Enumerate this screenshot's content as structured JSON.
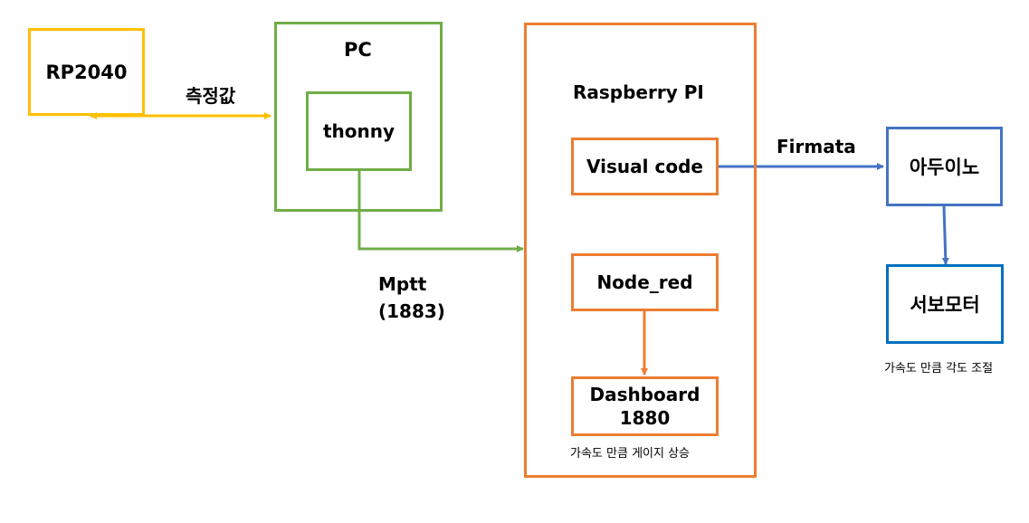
{
  "nodes": {
    "rp2040": "RP2040",
    "pc": "PC",
    "thonny": "thonny",
    "raspberry_pi": "Raspberry PI",
    "visual_code": "Visual code",
    "node_red": "Node_red",
    "dashboard_line1": "Dashboard",
    "dashboard_line2": "1880",
    "arduino": "아두이노",
    "servo": "서보모터"
  },
  "edge_labels": {
    "measure": "측정값",
    "mqtt_line1": "Mptt",
    "mqtt_line2": "(1883)",
    "firmata": "Firmata"
  },
  "captions": {
    "dashboard_note": "가속도 만큼 게이지 상승",
    "servo_note": "가속도 만큼 각도 조절"
  },
  "colors": {
    "yellow": "#FFC000",
    "green": "#70AD47",
    "orange": "#ED7D31",
    "blue": "#4472C4",
    "dark_blue": "#0070C0"
  }
}
